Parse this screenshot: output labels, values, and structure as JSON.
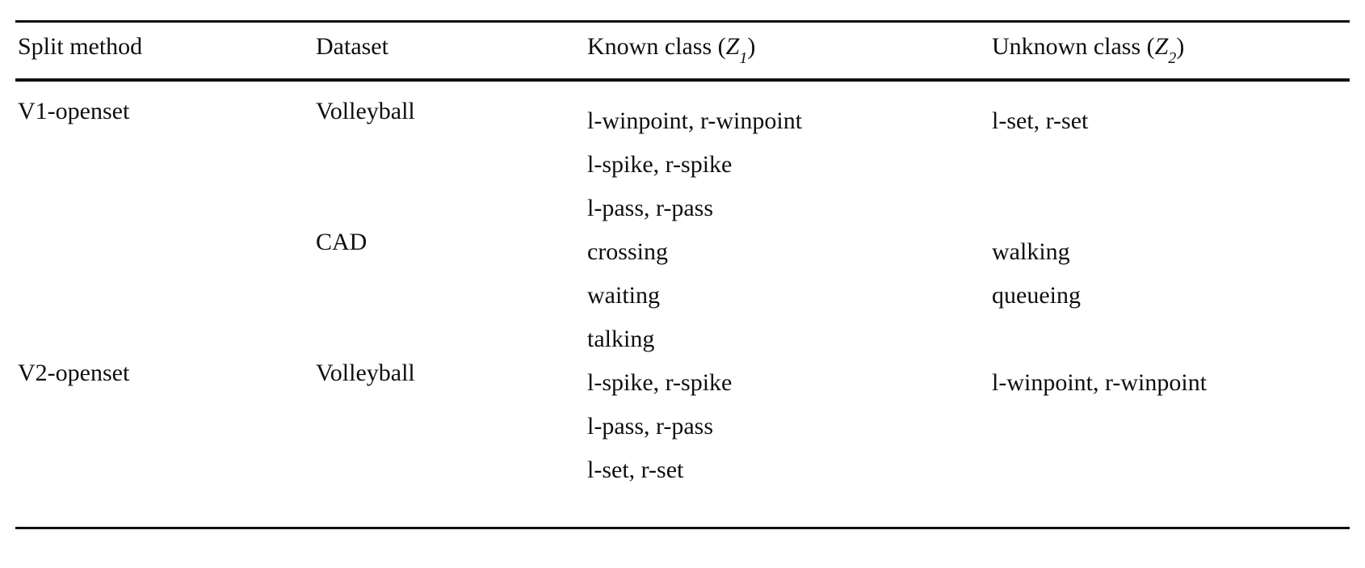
{
  "table": {
    "columns": [
      {
        "id": "split_method",
        "label": "Split method"
      },
      {
        "id": "dataset",
        "label": "Dataset"
      },
      {
        "id": "known_class",
        "label_prefix": "Known class (",
        "label_var": "Z",
        "label_sub": "1",
        "label_suffix": ")"
      },
      {
        "id": "unknown_class",
        "label_prefix": "Unknown class (",
        "label_var": "Z",
        "label_sub": "2",
        "label_suffix": ")"
      }
    ],
    "rows": [
      {
        "split_method": "V1-openset",
        "dataset": "Volleyball",
        "known_class": [
          "l-winpoint, r-winpoint",
          "l-spike, r-spike",
          "l-pass, r-pass"
        ],
        "unknown_class": [
          "l-set, r-set"
        ]
      },
      {
        "split_method": "",
        "dataset": "CAD",
        "known_class": [
          "crossing",
          "waiting",
          "talking"
        ],
        "unknown_class": [
          "walking",
          "queueing"
        ]
      },
      {
        "split_method": "V2-openset",
        "dataset": "Volleyball",
        "known_class": [
          "l-spike, r-spike",
          "l-pass, r-pass",
          "l-set, r-set"
        ],
        "unknown_class": [
          "l-winpoint, r-winpoint"
        ]
      }
    ]
  },
  "colors": {
    "text": "#100f10",
    "rule": "#100f10",
    "background": "#ffffff"
  }
}
